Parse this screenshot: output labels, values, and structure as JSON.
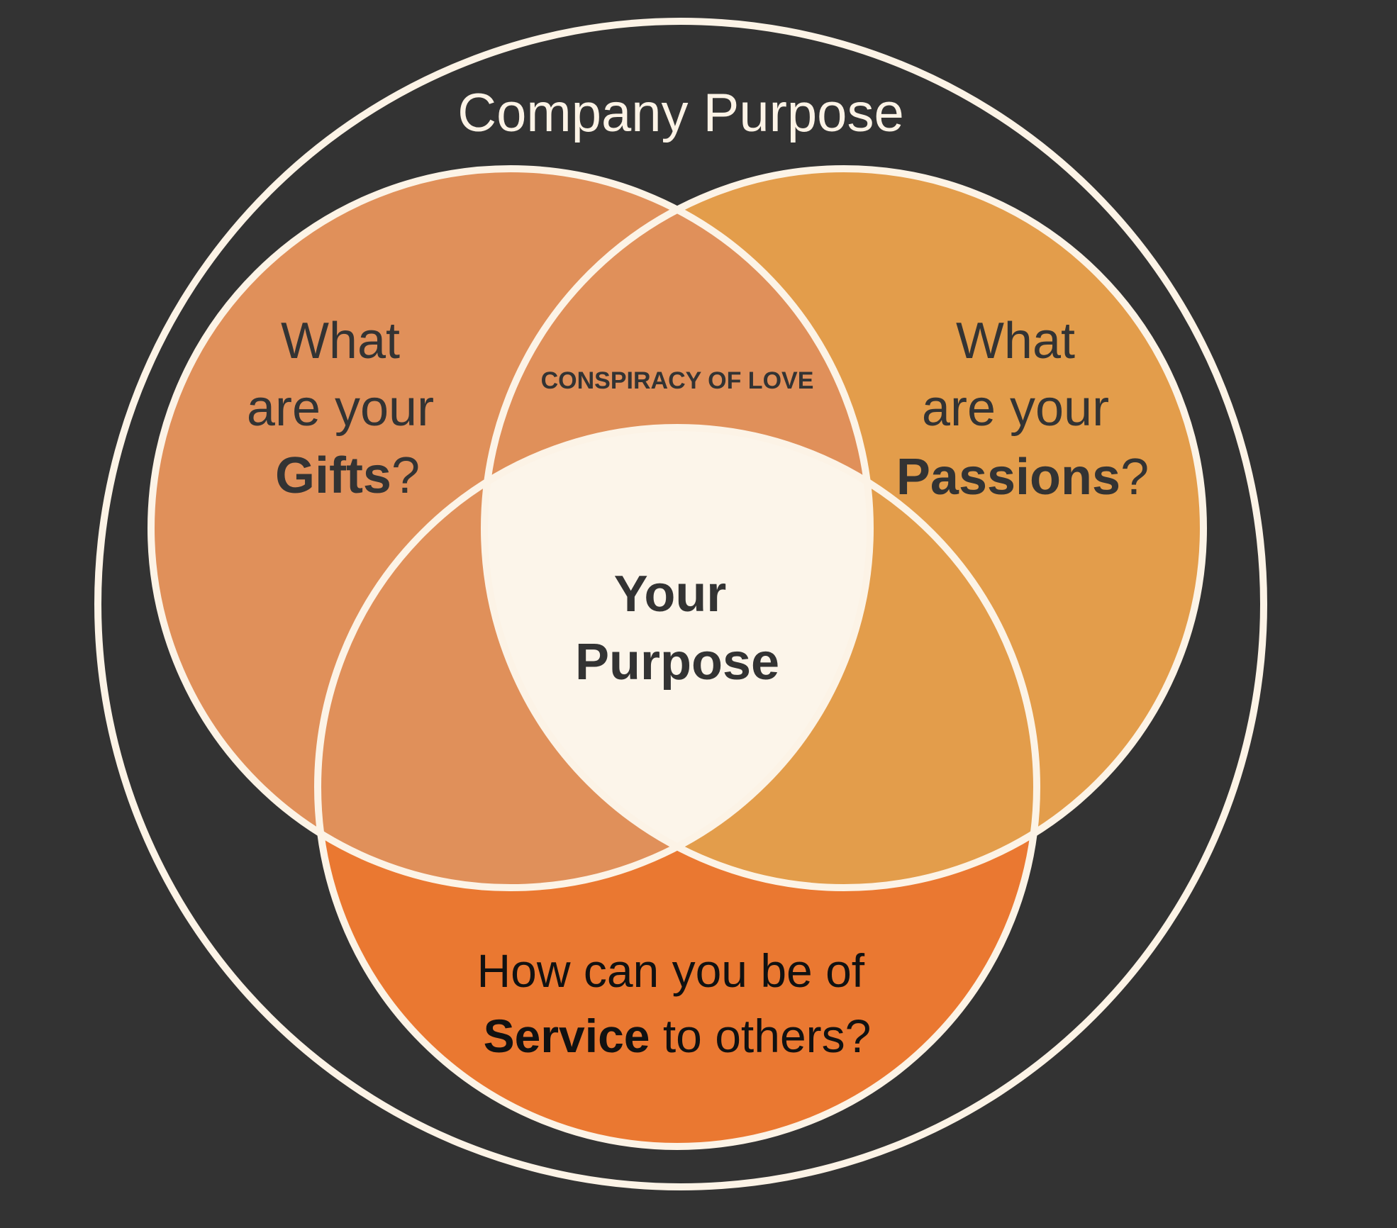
{
  "diagram": {
    "outer_label": "Company Purpose",
    "gifts": {
      "line1": "What",
      "line2": "are your",
      "bold": "Gifts",
      "suffix": "?"
    },
    "passions": {
      "line1": "What",
      "line2": "are your",
      "bold": "Passions",
      "suffix": "?"
    },
    "service": {
      "line1": "How can you be of",
      "bold": "Service",
      "suffix": " to others?"
    },
    "overlap_top_label": "CONSPIRACY OF LOVE",
    "center": {
      "line1": "Your",
      "line2": "Purpose"
    }
  },
  "colors": {
    "background": "#333333",
    "outline": "#fcf3e6",
    "gifts_fill": "#e0905a",
    "passions_fill": "#e39d4b",
    "service_fill": "#ea7831",
    "center_fill": "#fcf5ea",
    "text_dark": "#333333"
  }
}
